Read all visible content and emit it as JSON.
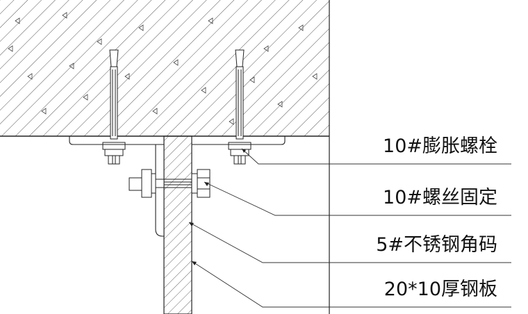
{
  "labels": {
    "expansion_bolt": "10#膨胀螺栓",
    "screw_fix": "10#螺丝固定",
    "angle_bracket": "5#不锈钢角码",
    "steel_plate": "20*10厚钢板"
  },
  "colors": {
    "line": "#222222",
    "hatch": "#555555",
    "background": "#ffffff"
  }
}
